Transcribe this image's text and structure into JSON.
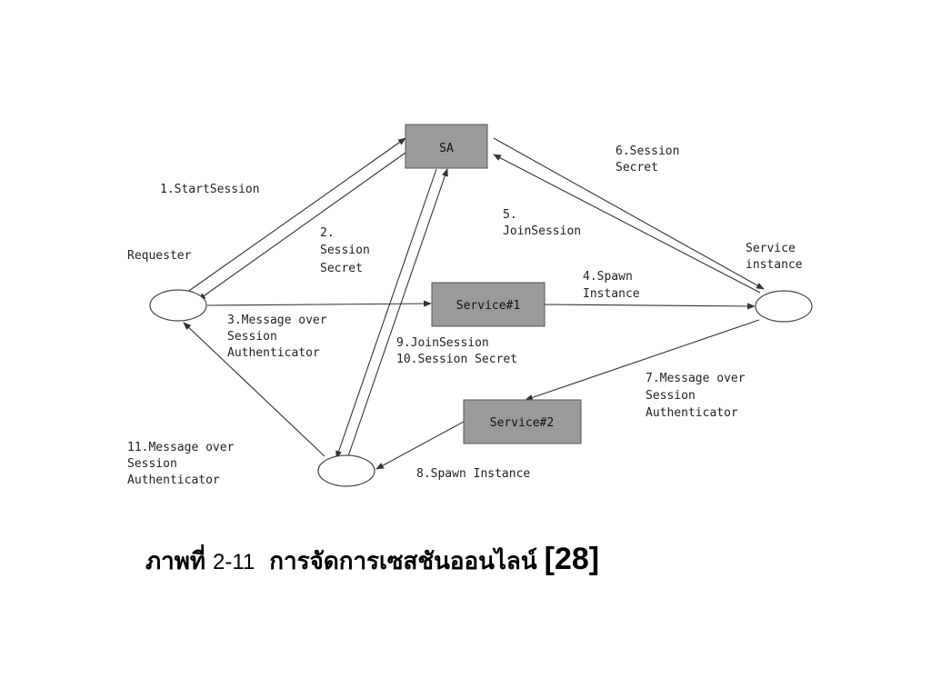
{
  "diagram": {
    "nodes": {
      "sa": "SA",
      "service1": "Service#1",
      "service2": "Service#2"
    },
    "labels": {
      "requester": "Requester",
      "service_instance": [
        "Service",
        "instance"
      ],
      "start_session": "1.StartSession",
      "session_secret_2": [
        "2.",
        "Session",
        "Secret"
      ],
      "message_3": [
        "3.Message over",
        "Session",
        "Authenticator"
      ],
      "spawn_4": [
        "4.Spawn",
        "Instance"
      ],
      "join_5": [
        "5.",
        "JoinSession"
      ],
      "secret_6": [
        "6.Session",
        "Secret"
      ],
      "message_7": [
        "7.Message over",
        "Session",
        "Authenticator"
      ],
      "spawn_8": "8.Spawn Instance",
      "join_9": "9.JoinSession",
      "secret_10": "10.Session Secret",
      "message_11": [
        "11.Message over",
        "Session",
        "Authenticator"
      ]
    }
  },
  "caption": {
    "figure_word": "ภาพที่",
    "figure_number": "2-11",
    "title": "การจัดการเซสชันออนไลน์",
    "reference": "[28]"
  }
}
